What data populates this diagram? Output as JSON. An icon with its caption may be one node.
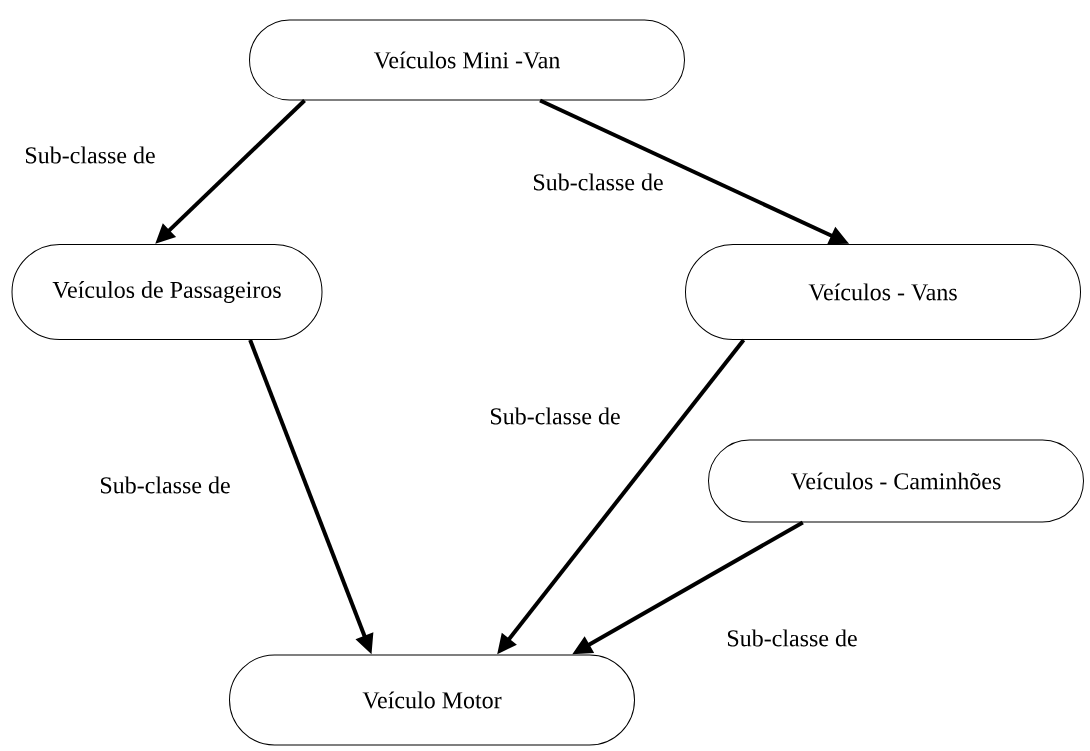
{
  "diagram": {
    "nodes": [
      {
        "text": [
          "Veículos Mini -Van"
        ]
      },
      {
        "text": [
          "Veículos de Passageiros"
        ]
      },
      {
        "text": [
          "Veículos - Vans"
        ]
      },
      {
        "text": [
          "Veículos - Caminhões"
        ]
      },
      {
        "text": [
          "Veículo Motor"
        ]
      }
    ],
    "edges": [
      {
        "from": 0,
        "to": 1,
        "arrow": "to",
        "label": "Sub-classe de"
      },
      {
        "from": 0,
        "to": 2,
        "arrow": "to",
        "label": "Sub-classe de"
      },
      {
        "from": 1,
        "to": 4,
        "arrow": "to",
        "label": "Sub-classe de"
      },
      {
        "from": 2,
        "to": 4,
        "arrow": "to",
        "label": "Sub-classe de"
      },
      {
        "from": 3,
        "to": 4,
        "arrow": "to",
        "label": "Sub-classe de"
      }
    ]
  }
}
